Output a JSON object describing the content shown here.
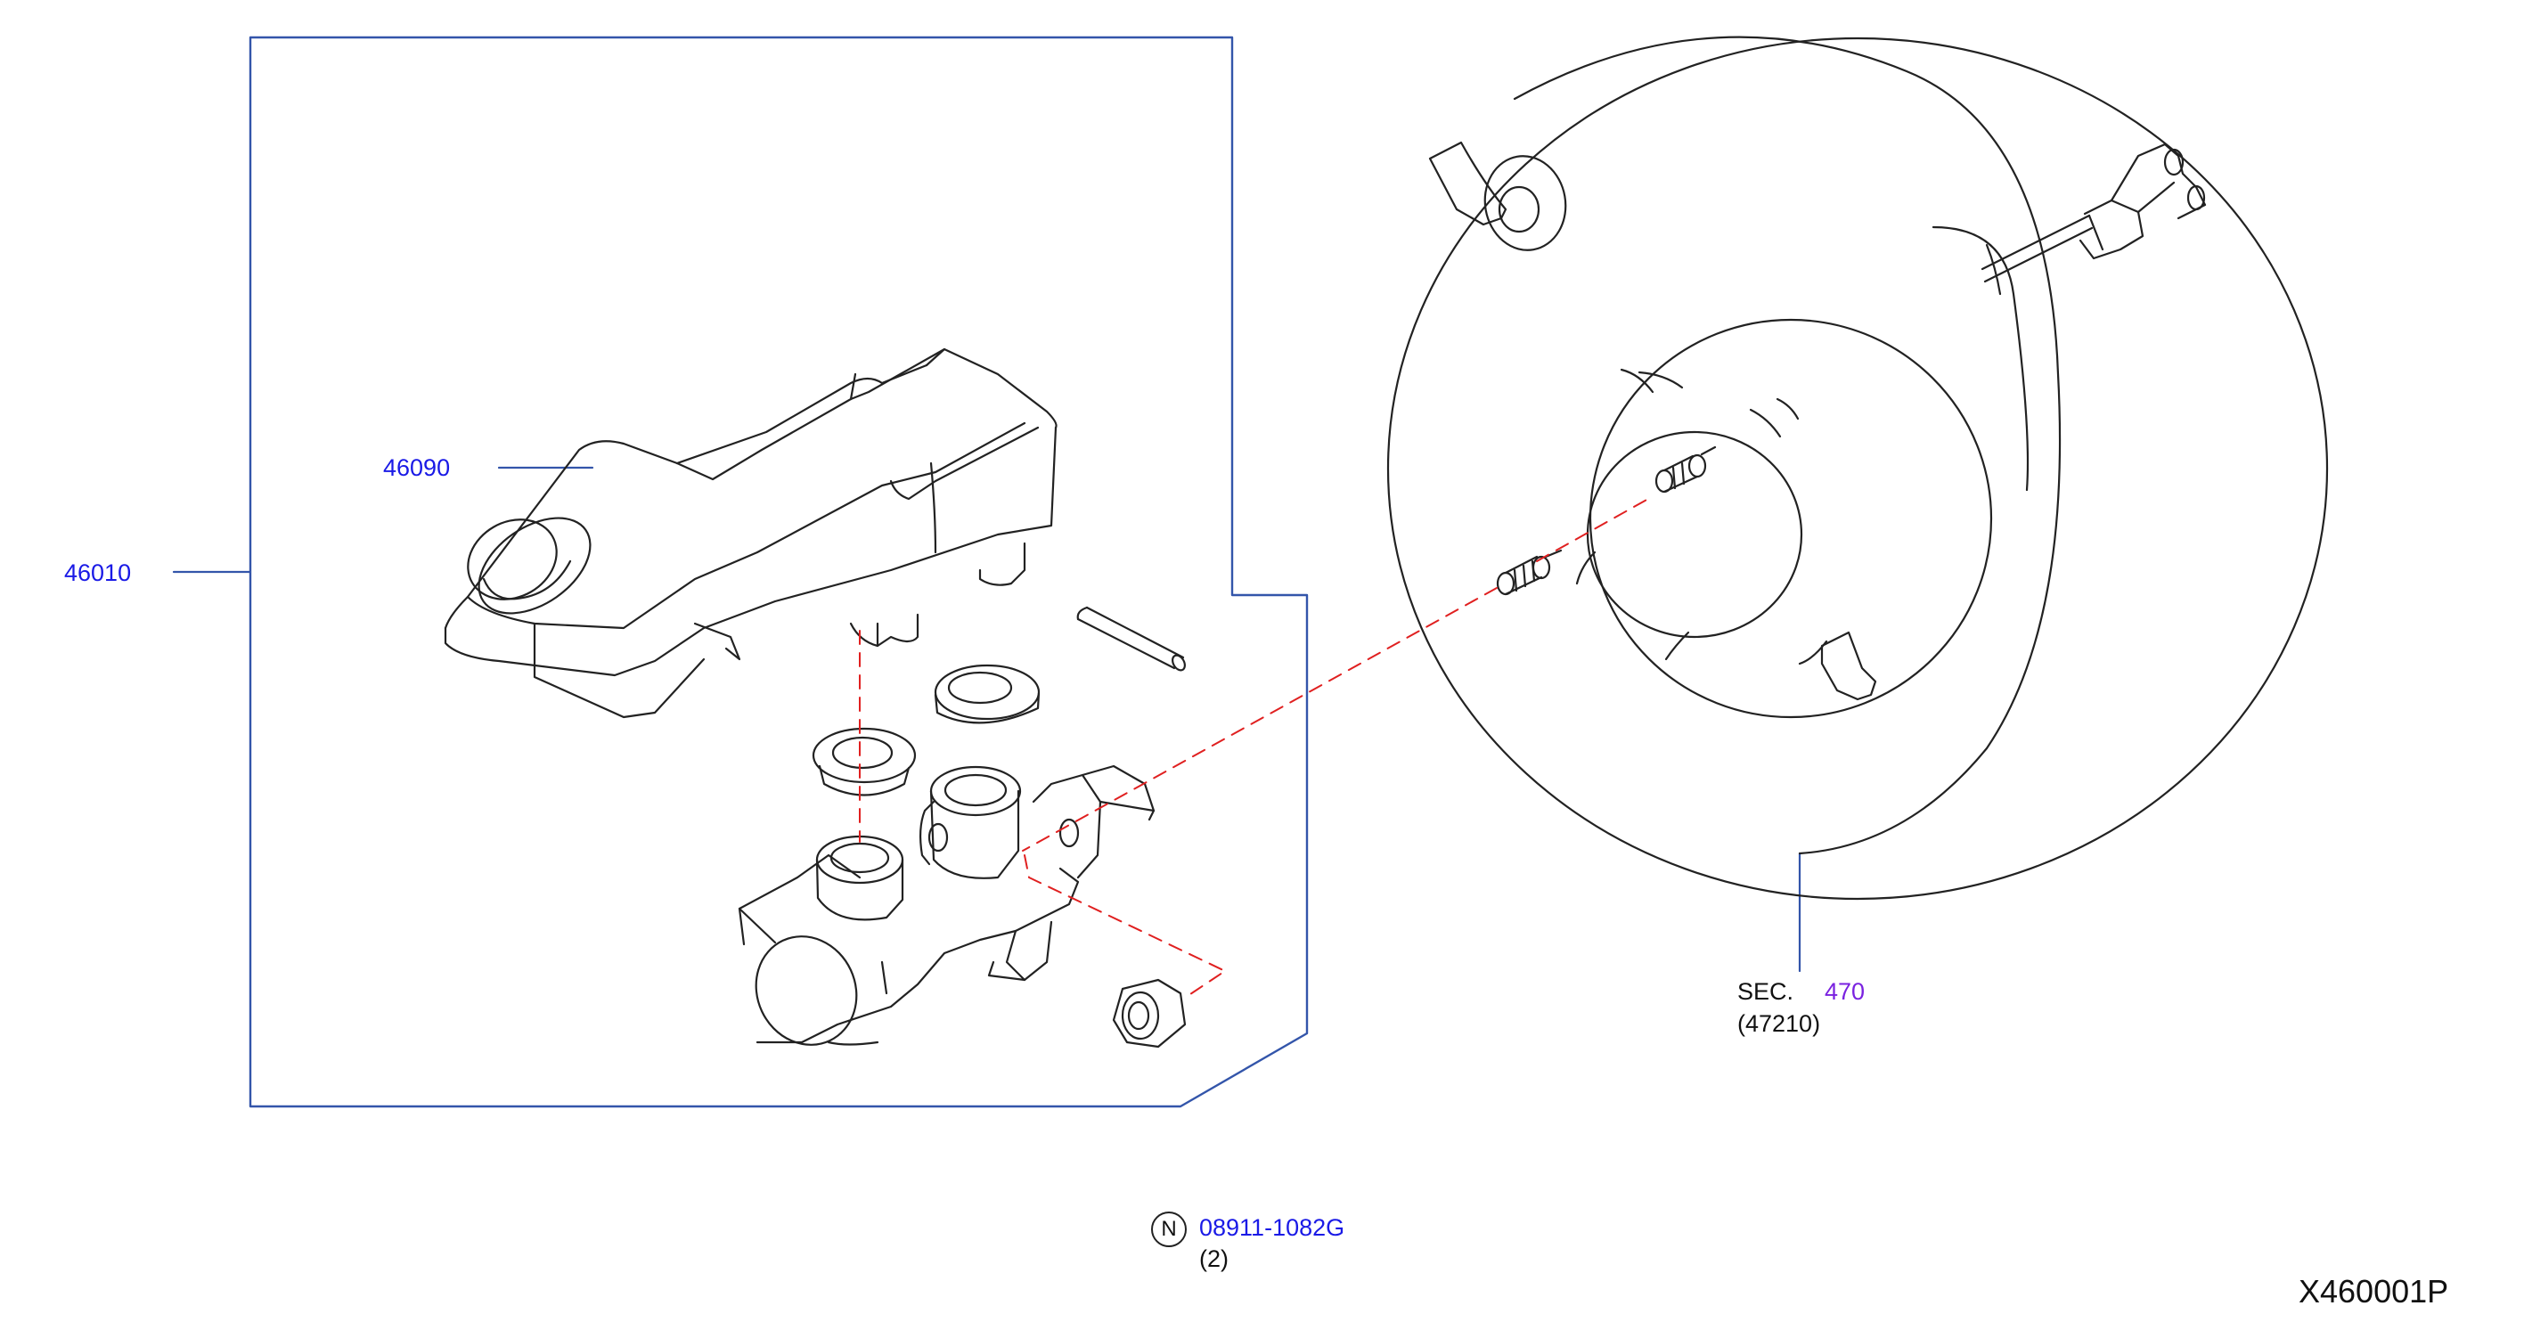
{
  "callouts": {
    "assembly": "46010",
    "reservoir": "46090",
    "booster_sec_prefix": "SEC.",
    "booster_sec_num": "470",
    "booster_ref": "(47210)",
    "nut_symbol": "N",
    "nut_part": "08911-1082G",
    "nut_qty": "(2)"
  },
  "figure_id": "X460001P",
  "colors": {
    "part_number": "#1a1ae6",
    "section_ref": "#7a22e0",
    "leader_line": "#3355aa",
    "dashed_guide": "#e02020",
    "linework": "#222222"
  }
}
